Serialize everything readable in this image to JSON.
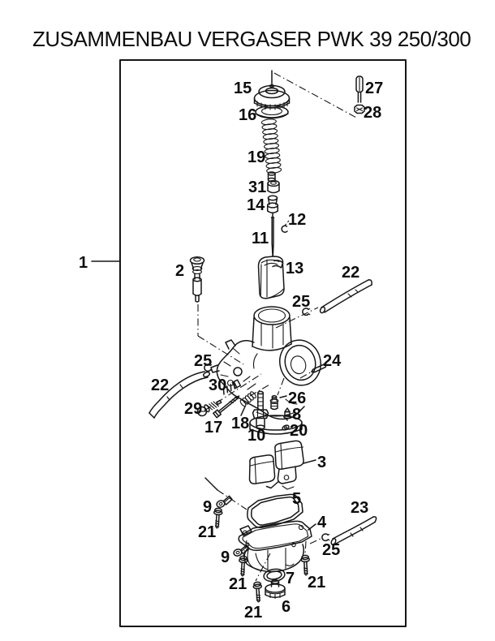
{
  "page": {
    "title": "ZUSAMMENBAU VERGASER PWK 39 250/300",
    "background": "#ffffff",
    "line_color": "#161616"
  },
  "diagram": {
    "type": "exploded-parts-diagram",
    "callouts": [
      {
        "label": "1"
      },
      {
        "label": "2"
      },
      {
        "label": "15"
      },
      {
        "label": "16"
      },
      {
        "label": "19"
      },
      {
        "label": "31"
      },
      {
        "label": "14"
      },
      {
        "label": "12"
      },
      {
        "label": "11"
      },
      {
        "label": "13"
      },
      {
        "label": "27"
      },
      {
        "label": "28"
      },
      {
        "label": "22"
      },
      {
        "label": "25"
      },
      {
        "label": "24"
      },
      {
        "label": "25"
      },
      {
        "label": "22"
      },
      {
        "label": "30"
      },
      {
        "label": "29"
      },
      {
        "label": "17"
      },
      {
        "label": "18"
      },
      {
        "label": "10"
      },
      {
        "label": "26"
      },
      {
        "label": "8"
      },
      {
        "label": "20"
      },
      {
        "label": "3"
      },
      {
        "label": "5"
      },
      {
        "label": "9"
      },
      {
        "label": "21"
      },
      {
        "label": "4"
      },
      {
        "label": "23"
      },
      {
        "label": "25"
      },
      {
        "label": "9"
      },
      {
        "label": "21"
      },
      {
        "label": "7"
      },
      {
        "label": "21"
      },
      {
        "label": "6"
      },
      {
        "label": "21"
      }
    ]
  }
}
